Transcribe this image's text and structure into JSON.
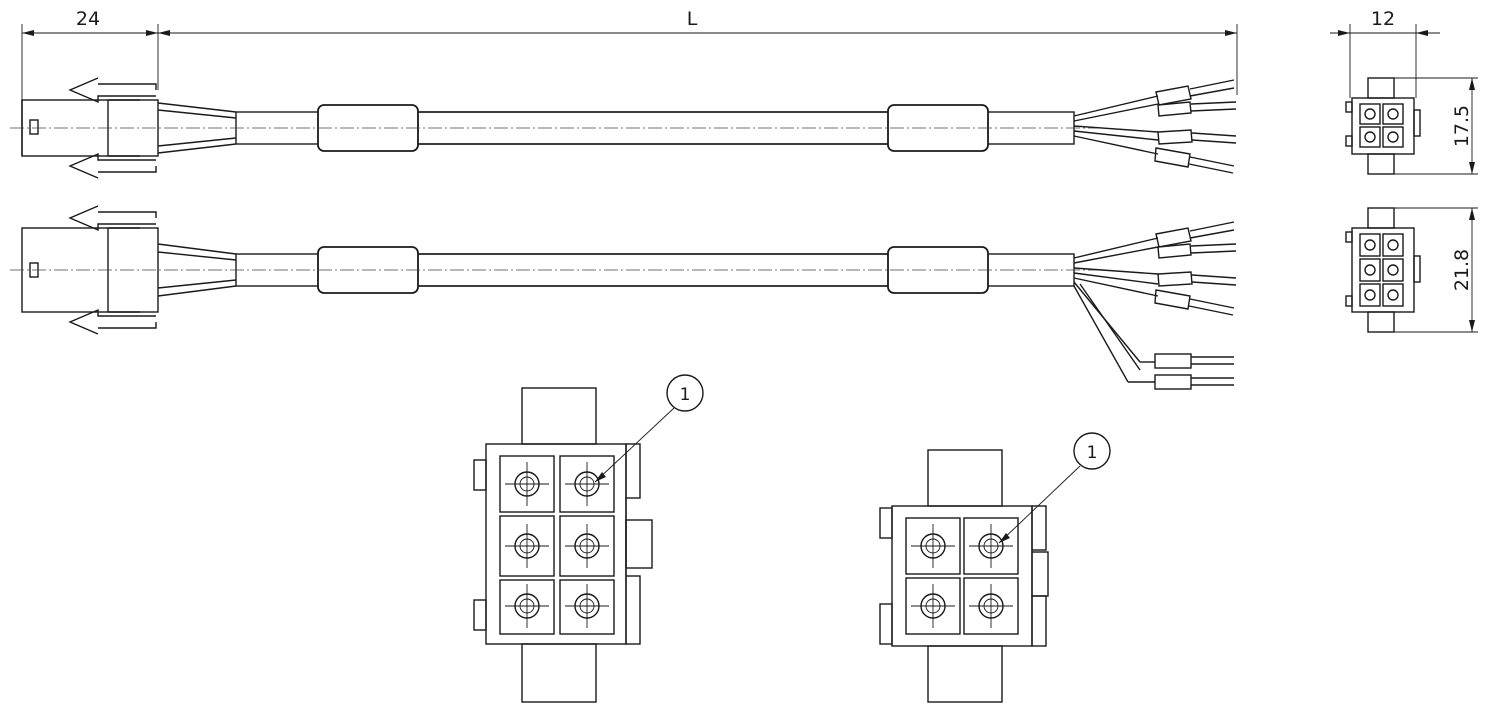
{
  "dimensions": {
    "connector_length": "24",
    "cable_length": "L",
    "face_width": "12",
    "height_4pin": "17.5",
    "height_6pin": "21.8"
  },
  "callouts": {
    "six_pin": "1",
    "four_pin": "1"
  },
  "colors": {
    "line": "#1a1a1a",
    "background": "#ffffff"
  }
}
